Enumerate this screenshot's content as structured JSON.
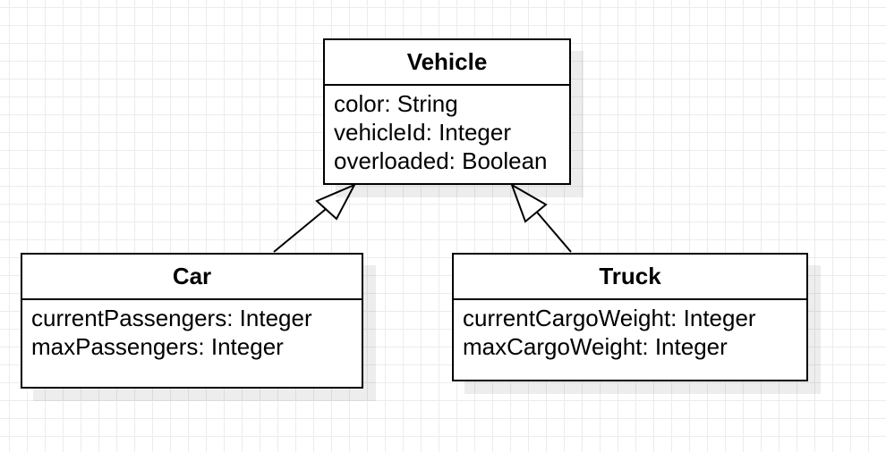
{
  "classes": {
    "vehicle": {
      "name": "Vehicle",
      "attributes": [
        "color: String",
        "vehicleId: Integer",
        "overloaded: Boolean"
      ]
    },
    "car": {
      "name": "Car",
      "attributes": [
        "currentPassengers: Integer",
        "maxPassengers: Integer"
      ]
    },
    "truck": {
      "name": "Truck",
      "attributes": [
        "currentCargoWeight: Integer",
        "maxCargoWeight: Integer"
      ]
    }
  },
  "relations": [
    {
      "type": "generalization",
      "from": "Car",
      "to": "Vehicle"
    },
    {
      "type": "generalization",
      "from": "Truck",
      "to": "Vehicle"
    }
  ]
}
